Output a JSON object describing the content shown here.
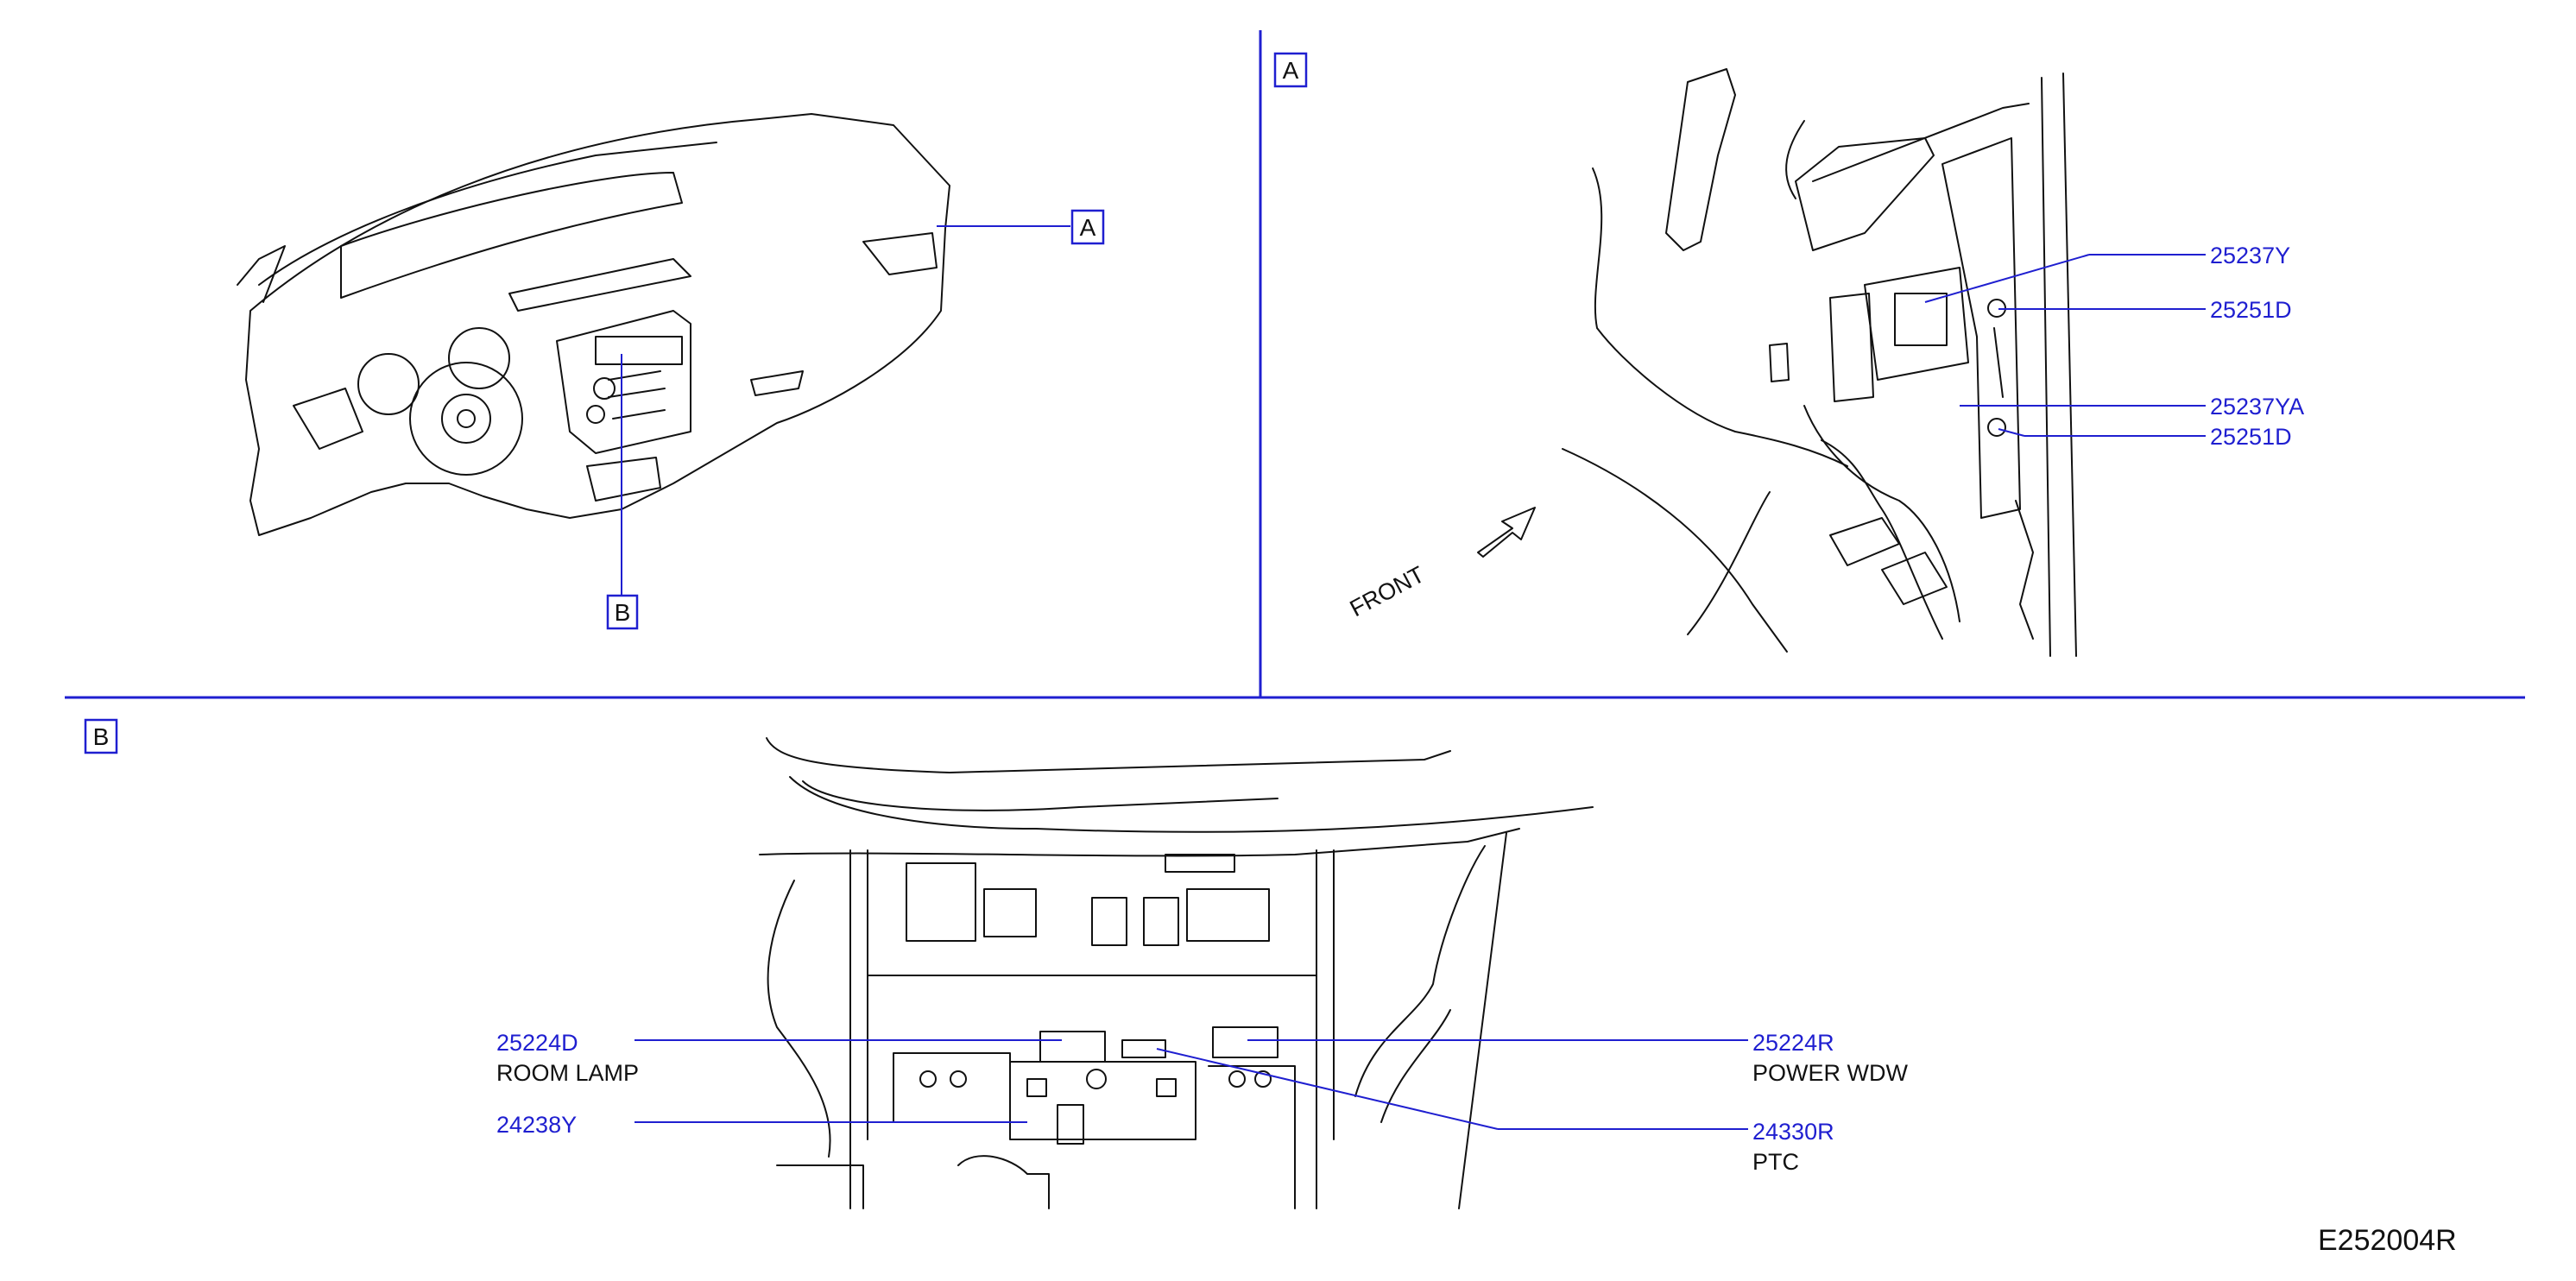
{
  "views": {
    "view_a": {
      "tag": "A"
    },
    "view_b": {
      "tag": "B"
    }
  },
  "callouts_a": [
    {
      "part": "25237Y"
    },
    {
      "part": "25251D"
    },
    {
      "part": "25237YA"
    },
    {
      "part": "25251D"
    }
  ],
  "callouts_b": [
    {
      "part": "25224D",
      "desc": "ROOM   LAMP"
    },
    {
      "part": "24238Y",
      "desc": ""
    },
    {
      "part": "25224R",
      "desc": "POWER   WDW"
    },
    {
      "part": "24330R",
      "desc": "PTC"
    }
  ],
  "front_label": "FRONT",
  "diagram_code": "E252004R",
  "colors": {
    "callout": "#1f1fd0",
    "line_art": "#111111"
  }
}
